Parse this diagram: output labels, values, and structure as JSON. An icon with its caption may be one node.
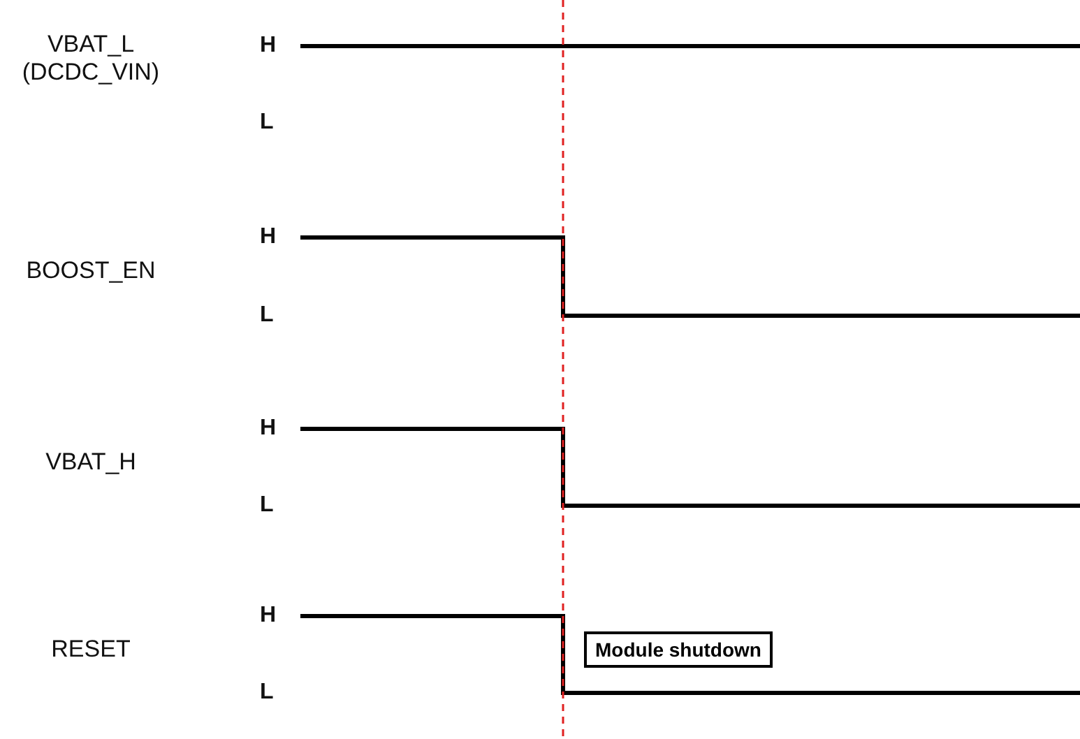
{
  "diagram": {
    "nodes": [
      {
        "text": [
          "Module shutdown"
        ]
      }
    ],
    "labels": [
      "VBAT_L (DCDC_VIN)",
      "H",
      "L",
      "BOOST_EN",
      "H",
      "L",
      "VBAT_H",
      "H",
      "L",
      "RESET",
      "H",
      "L"
    ]
  }
}
